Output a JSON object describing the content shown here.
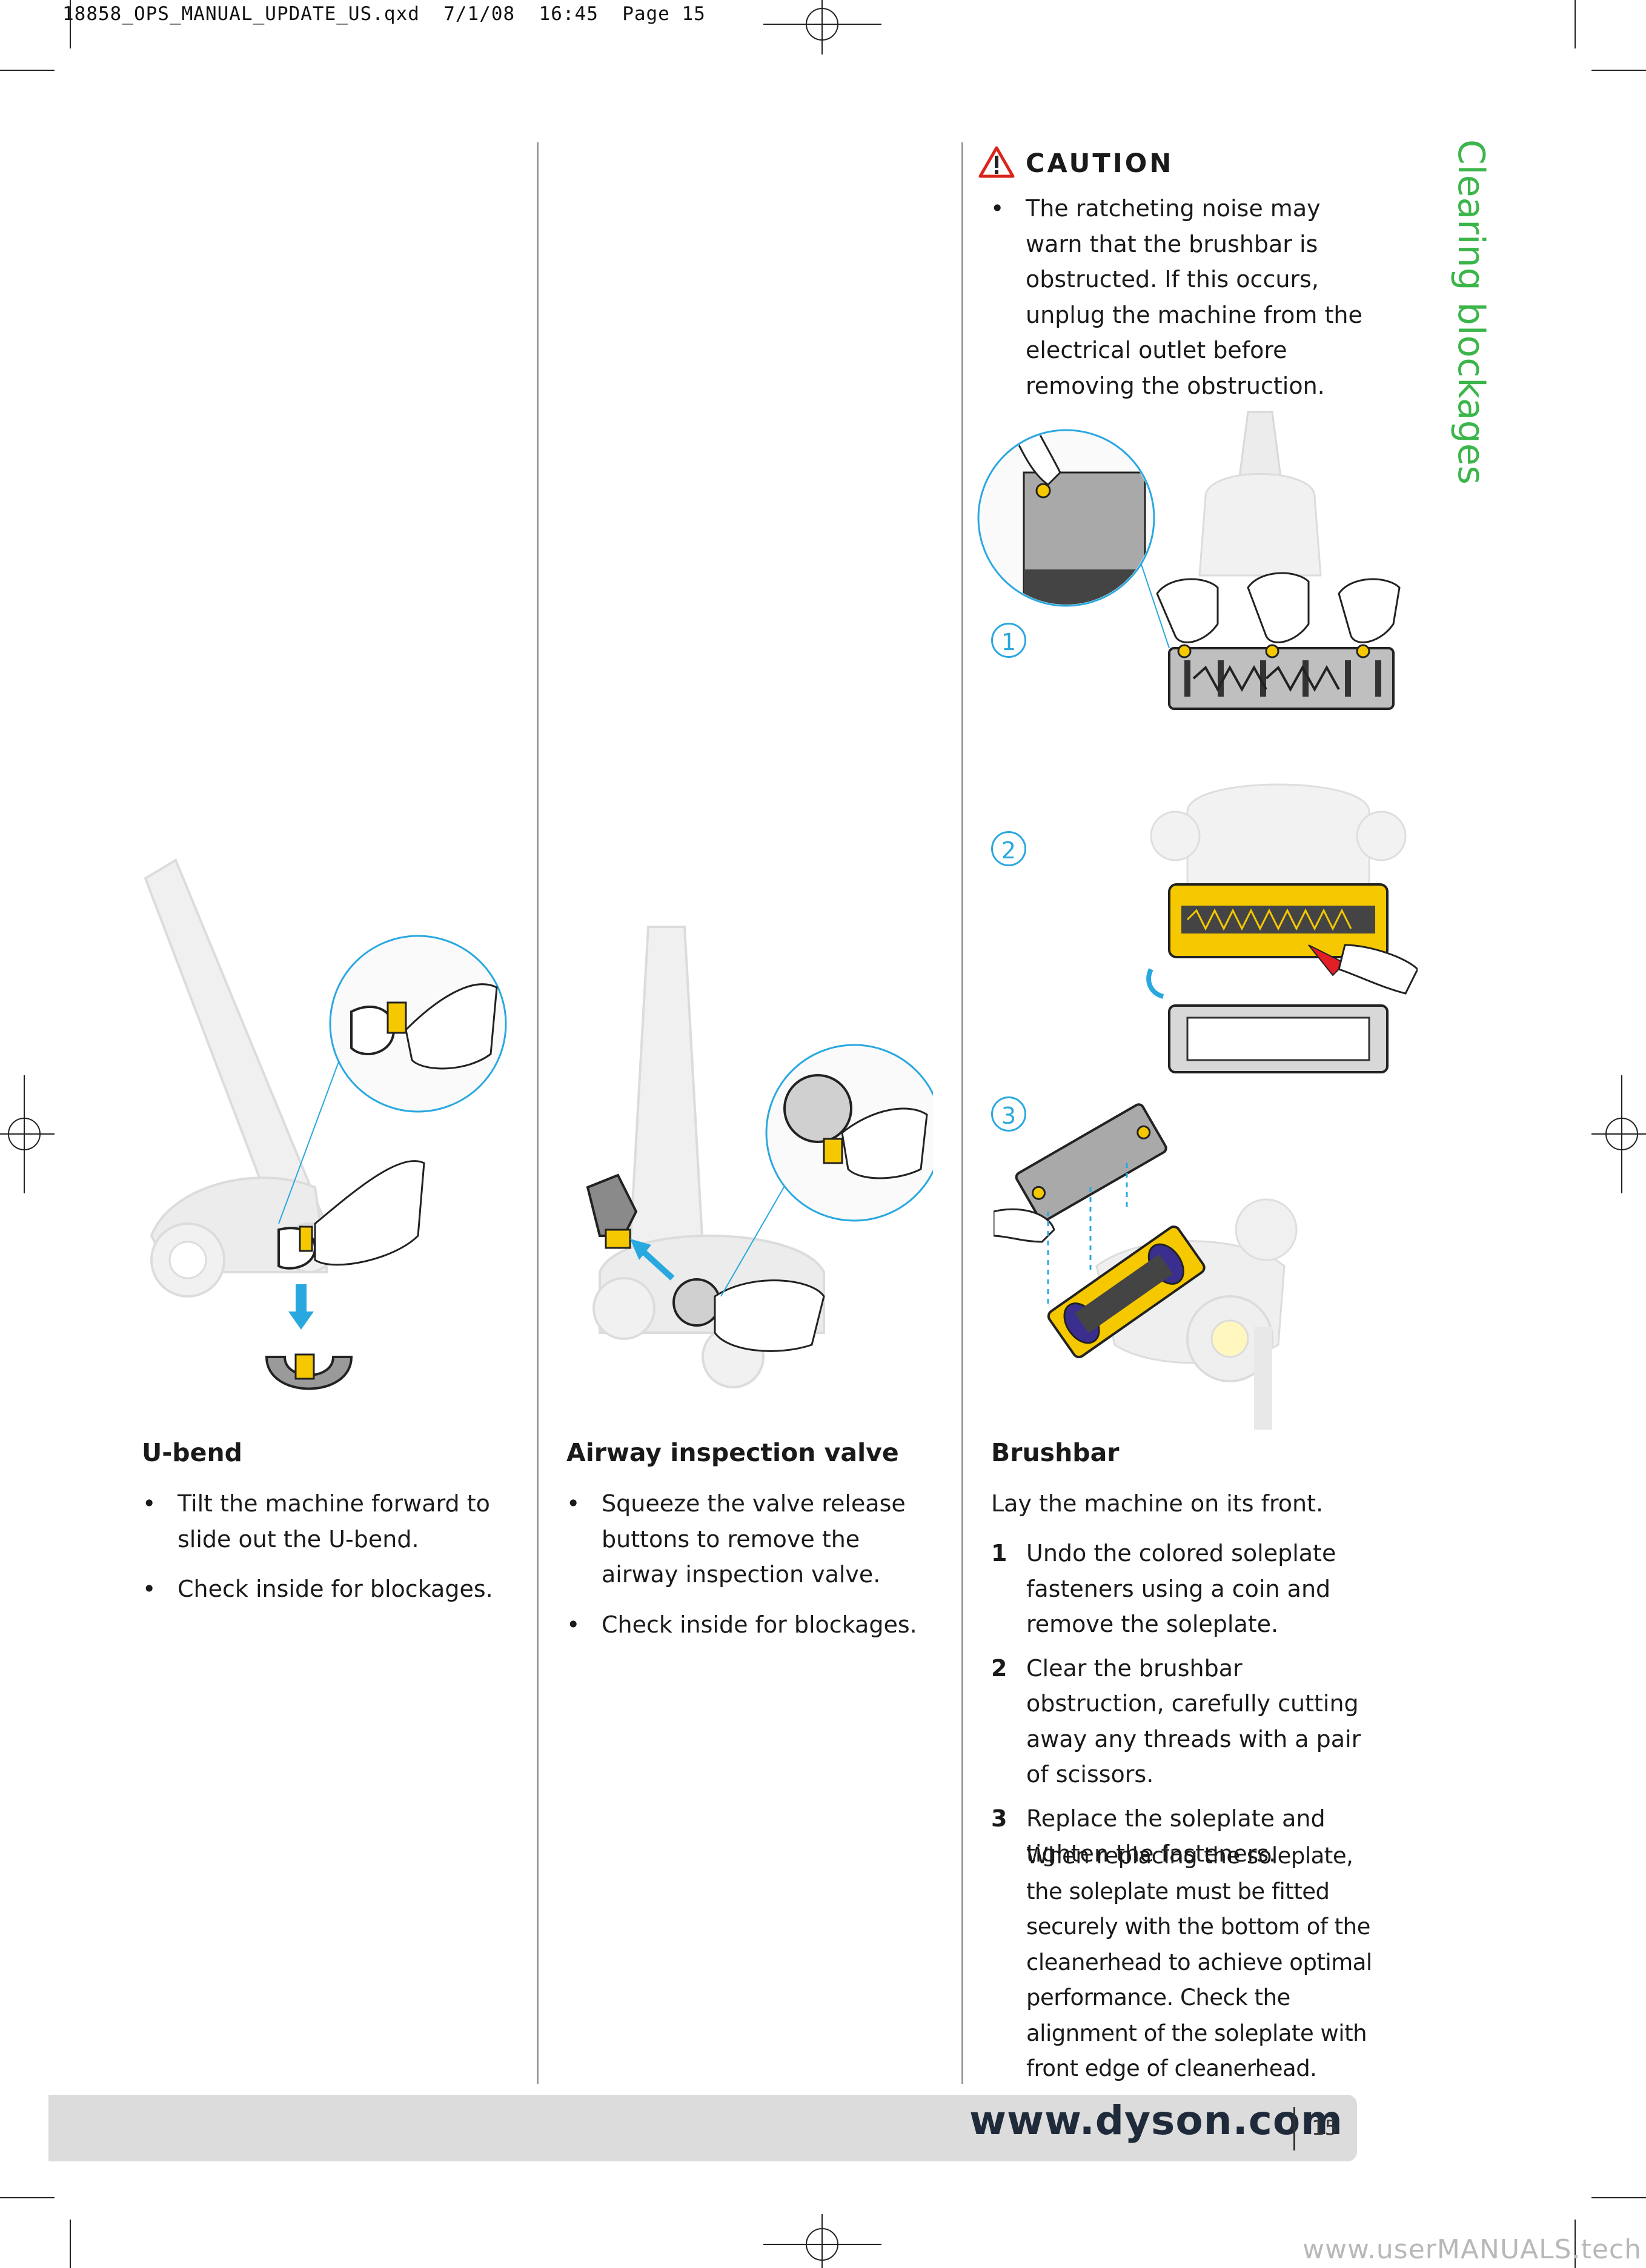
{
  "header": {
    "file_line": "18858_OPS_MANUAL_UPDATE_US.qxd  7/1/08  16:45  Page 15"
  },
  "section_title": "Clearing blockages",
  "caution": {
    "heading": "CAUTION",
    "text": "The ratcheting noise may warn that the brushbar is obstructed. If this occurs, unplug the machine from the electrical outlet before removing the obstruction."
  },
  "step_badges": [
    "1",
    "2",
    "3"
  ],
  "ubend": {
    "heading": "U-bend",
    "bullets": [
      "Tilt the machine forward to slide out the U-bend.",
      "Check inside for blockages."
    ]
  },
  "airway": {
    "heading": "Airway inspection valve",
    "bullets": [
      "Squeeze the valve release buttons to remove the airway inspection valve.",
      "Check inside for blockages."
    ]
  },
  "brushbar": {
    "heading": "Brushbar",
    "intro": "Lay the machine on its front.",
    "steps": [
      {
        "n": "1",
        "text": "Undo the colored soleplate fasteners using a coin and remove the soleplate."
      },
      {
        "n": "2",
        "text": "Clear the brushbar obstruction, carefully cutting away any threads with a pair of scissors."
      },
      {
        "n": "3",
        "text": "Replace the soleplate and tighten the fasteners."
      }
    ],
    "note": "When replacing the soleplate, the soleplate must be fitted securely with the bottom of the cleanerhead to achieve optimal performance. Check the alignment of the soleplate with front edge of cleanerhead."
  },
  "footer": {
    "url": "www.dyson.com",
    "page_number": "15"
  },
  "watermark": "www.userMANUALS.tech",
  "colors": {
    "section_green": "#3cb54a",
    "accent_blue": "#29a8e0",
    "yellow": "#f5c800",
    "footer_gray": "#dcdcdc",
    "caution_red": "#d9261c"
  },
  "icons": [
    "warning-triangle-icon",
    "registration-mark-icon",
    "arrow-down-icon",
    "arrow-up-left-icon",
    "rotate-arrow-icon"
  ]
}
